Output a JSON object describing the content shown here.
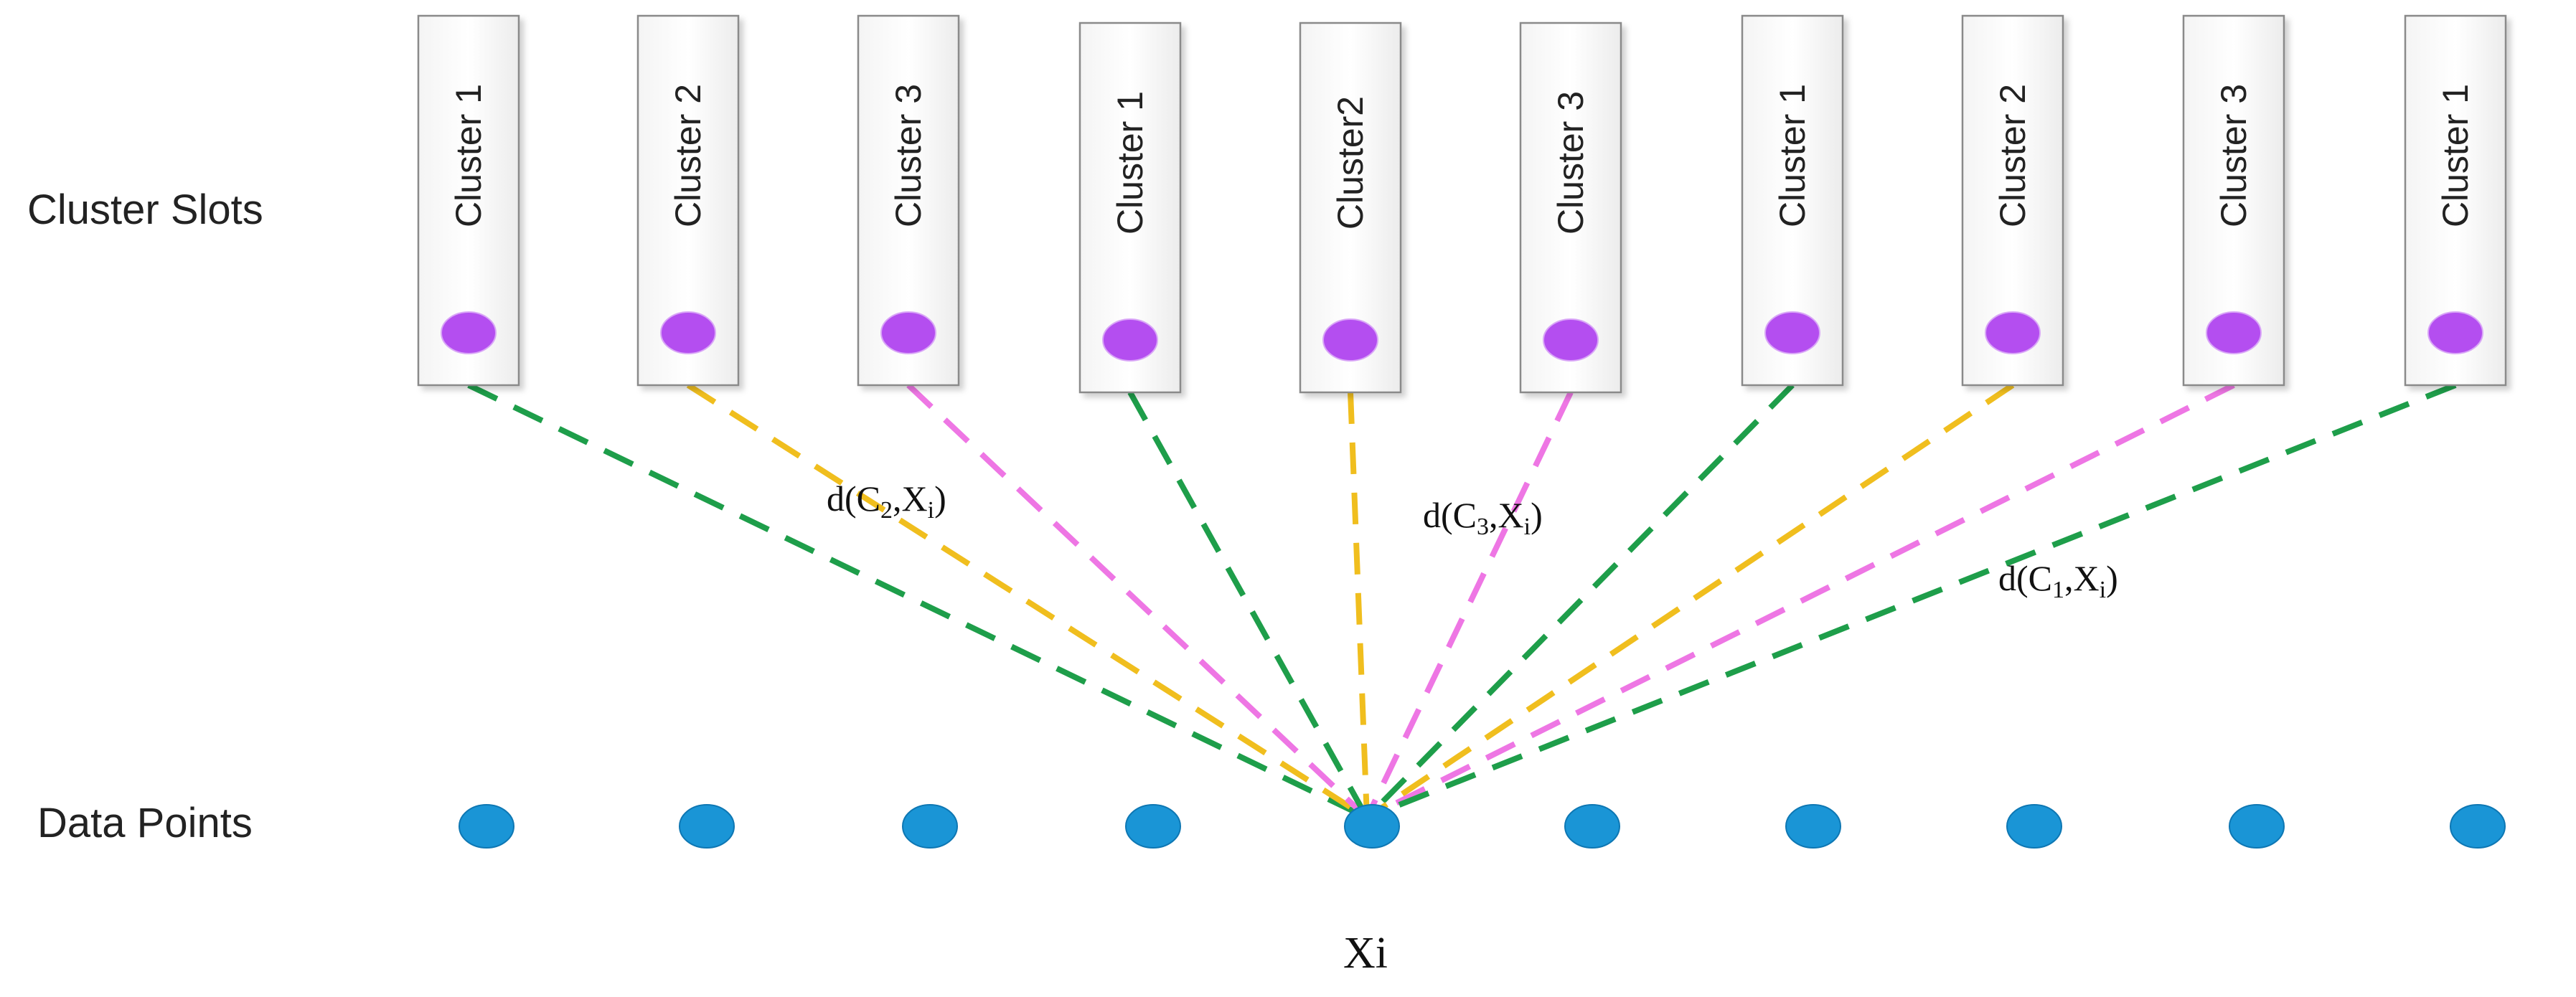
{
  "labels": {
    "cluster_slots": "Cluster Slots",
    "data_points": "Data Points",
    "xi": "Xi"
  },
  "slots": [
    {
      "label": "Cluster 1",
      "cluster": 1
    },
    {
      "label": "Cluster 2",
      "cluster": 2
    },
    {
      "label": "Cluster 3",
      "cluster": 3
    },
    {
      "label": "Cluster 1",
      "cluster": 1
    },
    {
      "label": "Cluster2",
      "cluster": 2
    },
    {
      "label": "Cluster 3",
      "cluster": 3
    },
    {
      "label": "Cluster 1",
      "cluster": 1
    },
    {
      "label": "Cluster 2",
      "cluster": 2
    },
    {
      "label": "Cluster 3",
      "cluster": 3
    },
    {
      "label": "Cluster 1",
      "cluster": 1
    }
  ],
  "data_point_count": 10,
  "selected_point_index": 4,
  "distance_labels": [
    {
      "prefix": "d(C",
      "sub1": "2",
      "mid": ",X",
      "sub2": "i",
      "suffix": ")"
    },
    {
      "prefix": "d(C",
      "sub1": "3",
      "mid": ",X",
      "sub2": "i",
      "suffix": ")"
    },
    {
      "prefix": "d(C",
      "sub1": "1",
      "mid": ",X",
      "sub2": "i",
      "suffix": ")"
    }
  ],
  "colors": {
    "cluster_1": "#1e9e4a",
    "cluster_2": "#f0be1e",
    "cluster_3": "#ee76e4",
    "centroid": "#b44ef0",
    "data_point": "#1a95d6"
  }
}
